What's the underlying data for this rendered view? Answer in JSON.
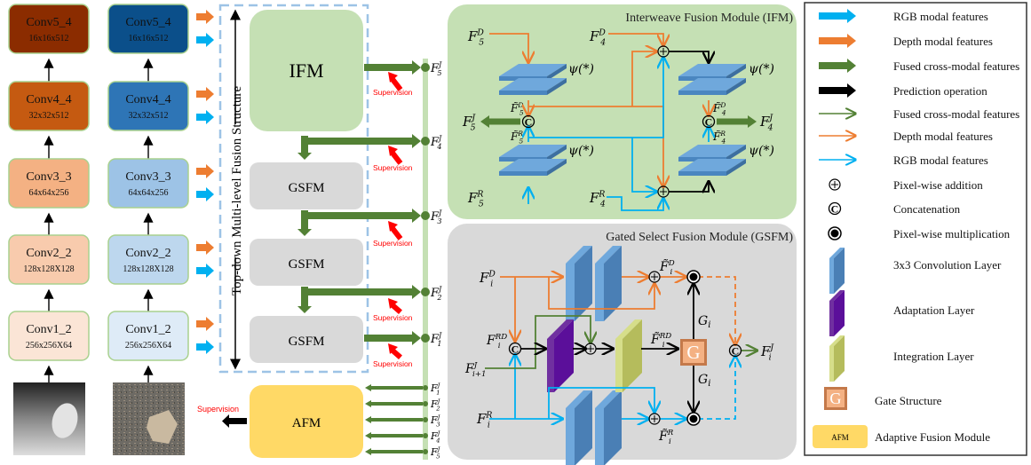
{
  "backbone": {
    "depth_stream": [
      {
        "name": "Conv5_4",
        "size": "16x16x512",
        "fill": "#8b2c00"
      },
      {
        "name": "Conv4_4",
        "size": "32x32x512",
        "fill": "#c55a11"
      },
      {
        "name": "Conv3_3",
        "size": "64x64x256",
        "fill": "#f4b183"
      },
      {
        "name": "Conv2_2",
        "size": "128x128X128",
        "fill": "#f8cbad"
      },
      {
        "name": "Conv1_2",
        "size": "256x256X64",
        "fill": "#fbe5d6"
      }
    ],
    "rgb_stream": [
      {
        "name": "Conv5_4",
        "size": "16x16x512",
        "fill": "#0b4f8a"
      },
      {
        "name": "Conv4_4",
        "size": "32x32x512",
        "fill": "#2e75b6"
      },
      {
        "name": "Conv3_3",
        "size": "64x64x256",
        "fill": "#9dc3e6"
      },
      {
        "name": "Conv2_2",
        "size": "128x128X128",
        "fill": "#bdd7ee"
      },
      {
        "name": "Conv1_2",
        "size": "256x256X64",
        "fill": "#deebf7"
      }
    ],
    "depth_image_label": "depth-input-image",
    "rgb_image_label": "rgb-input-image"
  },
  "fusion_structure": {
    "title": "Top-down Multi-level Fusion Structure",
    "modules": [
      "IFM",
      "GSFM",
      "GSFM",
      "GSFM"
    ],
    "afm_label": "AFM",
    "supervision_label": "Supervision",
    "outputs": [
      {
        "base": "F",
        "sup": "J",
        "sub": "5"
      },
      {
        "base": "F",
        "sup": "J",
        "sub": "4"
      },
      {
        "base": "F",
        "sup": "J",
        "sub": "3"
      },
      {
        "base": "F",
        "sup": "J",
        "sub": "2"
      },
      {
        "base": "F",
        "sup": "J",
        "sub": "1"
      }
    ],
    "afm_inputs": [
      {
        "base": "F",
        "sup": "J",
        "sub": "1"
      },
      {
        "base": "F",
        "sup": "J",
        "sub": "2"
      },
      {
        "base": "F",
        "sup": "J",
        "sub": "3"
      },
      {
        "base": "F",
        "sup": "J",
        "sub": "4"
      },
      {
        "base": "F",
        "sup": "J",
        "sub": "5"
      }
    ]
  },
  "ifm_panel": {
    "title": "Interweave Fusion Module (IFM)",
    "psi_label": "ψ(*)",
    "labels": {
      "f5d": {
        "base": "F",
        "sup": "D",
        "sub": "5"
      },
      "f5r": {
        "base": "F",
        "sup": "R",
        "sub": "5"
      },
      "f4d": {
        "base": "F",
        "sup": "D",
        "sub": "4"
      },
      "f4r": {
        "base": "F",
        "sup": "R",
        "sub": "4"
      },
      "f5d_t": {
        "base": "F̃",
        "sup": "D",
        "sub": "5"
      },
      "f5r_t": {
        "base": "F̃",
        "sup": "R",
        "sub": "5"
      },
      "f4d_t": {
        "base": "F̃",
        "sup": "D",
        "sub": "4"
      },
      "f4r_t": {
        "base": "F̃",
        "sup": "R",
        "sub": "4"
      },
      "f5j": {
        "base": "F",
        "sup": "J",
        "sub": "5"
      },
      "f4j": {
        "base": "F",
        "sup": "J",
        "sub": "4"
      }
    }
  },
  "gsfm_panel": {
    "title": "Gated Select Fusion Module (GSFM)",
    "gate_letter": "G",
    "gate_signal": "G",
    "gate_signal_sub": "i",
    "labels": {
      "fid": {
        "base": "F",
        "sup": "D",
        "sub": "i"
      },
      "fir": {
        "base": "F",
        "sup": "R",
        "sub": "i"
      },
      "fird": {
        "base": "F",
        "sup": "RD",
        "sub": "i"
      },
      "fj_prev": {
        "base": "F",
        "sup": "J",
        "sub": "i+1"
      },
      "fid_t": {
        "base": "F̃",
        "sup": "D",
        "sub": "i"
      },
      "fir_t": {
        "base": "F̃",
        "sup": "R",
        "sub": "i"
      },
      "fird_t": {
        "base": "F̃",
        "sup": "RD",
        "sub": "i"
      },
      "fij": {
        "base": "F",
        "sup": "J",
        "sub": "i"
      }
    }
  },
  "legend": {
    "items": [
      {
        "icon": "thick-rgb-arrow-icon",
        "label": "RGB modal features"
      },
      {
        "icon": "thick-depth-arrow-icon",
        "label": "Depth modal features"
      },
      {
        "icon": "thick-fused-arrow-icon",
        "label": "Fused cross-modal features"
      },
      {
        "icon": "thick-prediction-arrow-icon",
        "label": "Prediction operation"
      },
      {
        "icon": "thin-fused-arrow-icon",
        "label": "Fused cross-modal features"
      },
      {
        "icon": "thin-depth-arrow-icon",
        "label": "Depth modal features"
      },
      {
        "icon": "thin-rgb-arrow-icon",
        "label": "RGB modal features"
      },
      {
        "icon": "addition-icon",
        "label": "Pixel-wise addition"
      },
      {
        "icon": "concatenation-icon",
        "label": "Concatenation"
      },
      {
        "icon": "multiplication-icon",
        "label": "Pixel-wise multiplication"
      },
      {
        "icon": "conv-layer-icon",
        "label": "3x3 Convolution Layer"
      },
      {
        "icon": "adaptation-layer-icon",
        "label": "Adaptation Layer"
      },
      {
        "icon": "integration-layer-icon",
        "label": "Integration Layer"
      },
      {
        "icon": "gate-icon",
        "label": "Gate Structure"
      },
      {
        "icon": "afm-icon",
        "label": "Adaptive Fusion Module"
      }
    ],
    "afm_icon_text": "AFM",
    "gate_icon_text": "G"
  },
  "colors": {
    "rgb": "#00b0f0",
    "depth": "#ed7d31",
    "fused": "#538135",
    "prediction": "#000000",
    "supervision": "#ff0000",
    "ifm_bg": "#c5e0b4",
    "gsfm_bg": "#d9d9d9",
    "afm": "#ffd966",
    "conv": "#5b9bd5",
    "adapt": "#7030a0",
    "integ": "#c9d27a",
    "gate": "#f4b183",
    "dash_frame": "#9dc3e6",
    "rail": "#c5e0b4"
  }
}
